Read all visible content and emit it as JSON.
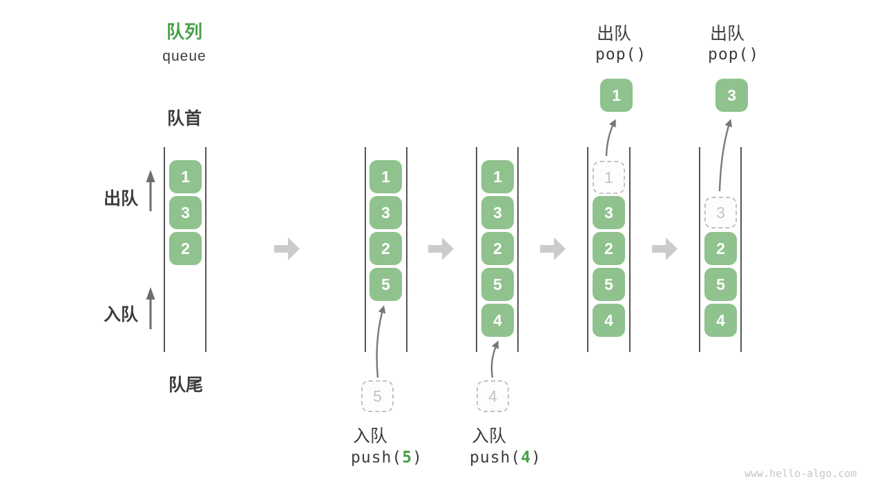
{
  "title": {
    "zh": "队列",
    "en": "queue"
  },
  "labels": {
    "front": "队首",
    "rear": "队尾",
    "dequeue_side": "出队",
    "enqueue_side": "入队"
  },
  "operations": {
    "push5": {
      "name": "入队",
      "code_pre": "push(",
      "code_arg": "5",
      "code_post": ")"
    },
    "push4": {
      "name": "入队",
      "code_pre": "push(",
      "code_arg": "4",
      "code_post": ")"
    },
    "pop1": {
      "name": "出队",
      "code": "pop()"
    },
    "pop2": {
      "name": "出队",
      "code": "pop()"
    }
  },
  "columns": [
    {
      "state": "initial",
      "cells": [
        {
          "value": "1"
        },
        {
          "value": "3"
        },
        {
          "value": "2"
        }
      ]
    },
    {
      "state": "after-push-5",
      "cells": [
        {
          "value": "1"
        },
        {
          "value": "3"
        },
        {
          "value": "2"
        },
        {
          "value": "5"
        }
      ],
      "incoming": "5"
    },
    {
      "state": "after-push-4",
      "cells": [
        {
          "value": "1"
        },
        {
          "value": "3"
        },
        {
          "value": "2"
        },
        {
          "value": "5"
        },
        {
          "value": "4"
        }
      ],
      "incoming": "4"
    },
    {
      "state": "after-pop-1",
      "ghost": "1",
      "cells": [
        {
          "value": "3"
        },
        {
          "value": "2"
        },
        {
          "value": "5"
        },
        {
          "value": "4"
        }
      ],
      "popped": "1"
    },
    {
      "state": "after-pop-3",
      "ghost": "3",
      "cells": [
        {
          "value": "2"
        },
        {
          "value": "5"
        },
        {
          "value": "4"
        }
      ],
      "popped": "3"
    }
  ],
  "watermark": "www.hello-algo.com",
  "colors": {
    "box_green": "#8FC28D",
    "accent_green": "#46A049",
    "text_dark": "#3C3C3C",
    "wall_gray": "#545454",
    "arrow_gray": "#787878",
    "block_arrow_gray": "#CBCBCB",
    "ghost_gray": "#C2C2C2",
    "watermark_gray": "#C6C6C6"
  }
}
